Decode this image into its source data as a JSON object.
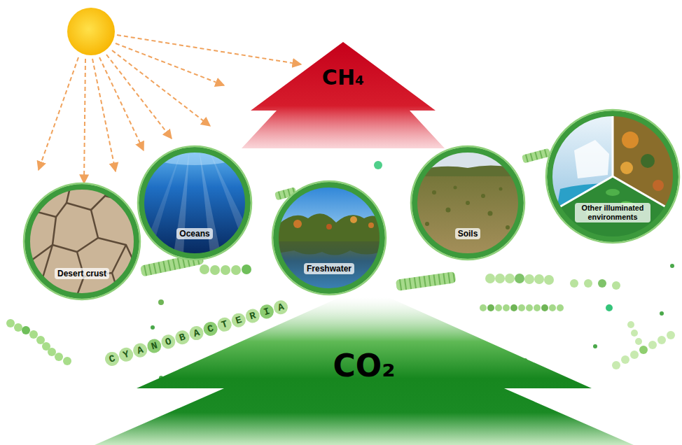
{
  "diagram": {
    "nodes": [
      {
        "text": [
          "CH₄"
        ]
      },
      {
        "text": [
          "Desert crust"
        ]
      },
      {
        "text": [
          "Oceans"
        ]
      },
      {
        "text": [
          "Freshwater"
        ]
      },
      {
        "text": [
          "Soils"
        ]
      },
      {
        "text": [
          "Other illuminated environments"
        ]
      },
      {
        "text": [
          "CO₂"
        ]
      }
    ],
    "labels": [
      "CYANOBACTERIA"
    ]
  }
}
